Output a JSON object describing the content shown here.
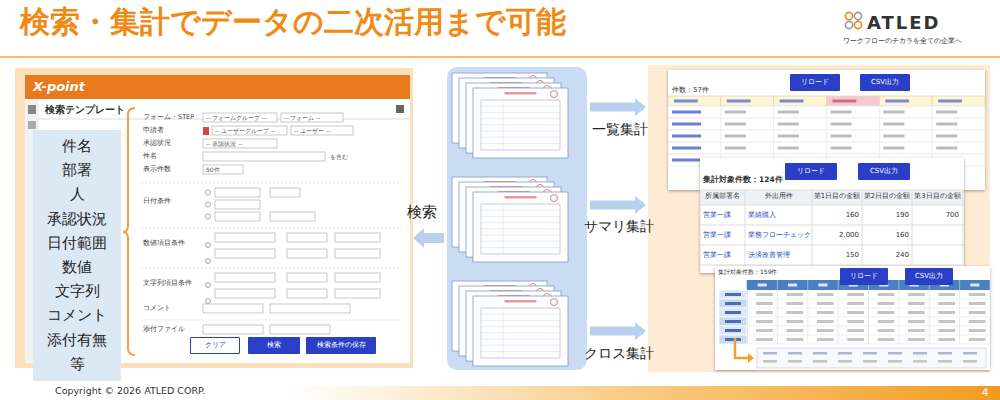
{
  "diagram": {
    "title": "検索・集計でデータの二次活用まで可能",
    "nodes": [
      {
        "text": [
          "X-point",
          "検索テンプレート"
        ]
      },
      {
        "text": [
          "件名 部署 人 承認状況 日付範囲 数値 文字列 コメント 添付有無 等"
        ],
        "in": 0
      },
      {
        "text": [
          "クリア"
        ],
        "in": 0
      },
      {
        "text": [
          "検索"
        ],
        "in": 0
      },
      {
        "text": [
          "検索条件の保存"
        ],
        "in": 0
      },
      {
        "text": [
          "件数：57件"
        ]
      },
      {
        "text": [
          "リロード"
        ],
        "in": 5
      },
      {
        "text": [
          "CSV出力"
        ],
        "in": 5
      },
      {
        "text": [
          "集計対象件数：124件"
        ]
      },
      {
        "text": [
          "リロード"
        ],
        "in": 8
      },
      {
        "text": [
          "CSV出力"
        ],
        "in": 8
      },
      {
        "text": [
          "集計対象件数：159件"
        ]
      },
      {
        "text": [
          "リロード"
        ],
        "in": 11
      },
      {
        "text": [
          "CSV出力"
        ],
        "in": 11
      }
    ],
    "labels": [
      "ATLED",
      "ワークフローのチカラを全ての企業へ",
      "フォーム・STEP",
      "-- フォームグループ --",
      "-- フォーム --",
      "申請者",
      "-- ユーザーグループ --",
      "-- ユーザー --",
      "承認状況",
      "-- 承認状況 --",
      "件名",
      "を含む",
      "表示件数",
      "50件",
      "日付条件",
      "数値項目条件",
      "文字列項目条件",
      "コメント",
      "添付ファイル",
      "検索",
      "一覧集計",
      "サマリ集計",
      "クロス集計",
      "所属部署名",
      "外出用件",
      "第1日目の金額",
      "第2日目の金額",
      "第3日目の金額",
      "営業一課",
      "業績購入",
      "160",
      "190",
      "700",
      "営業一課",
      "業務フローチェック",
      "2,000",
      "160",
      "営業一課",
      "決済改善管理",
      "150",
      "240",
      "Copyright © 2026 ATLED CORP.",
      "4"
    ]
  }
}
